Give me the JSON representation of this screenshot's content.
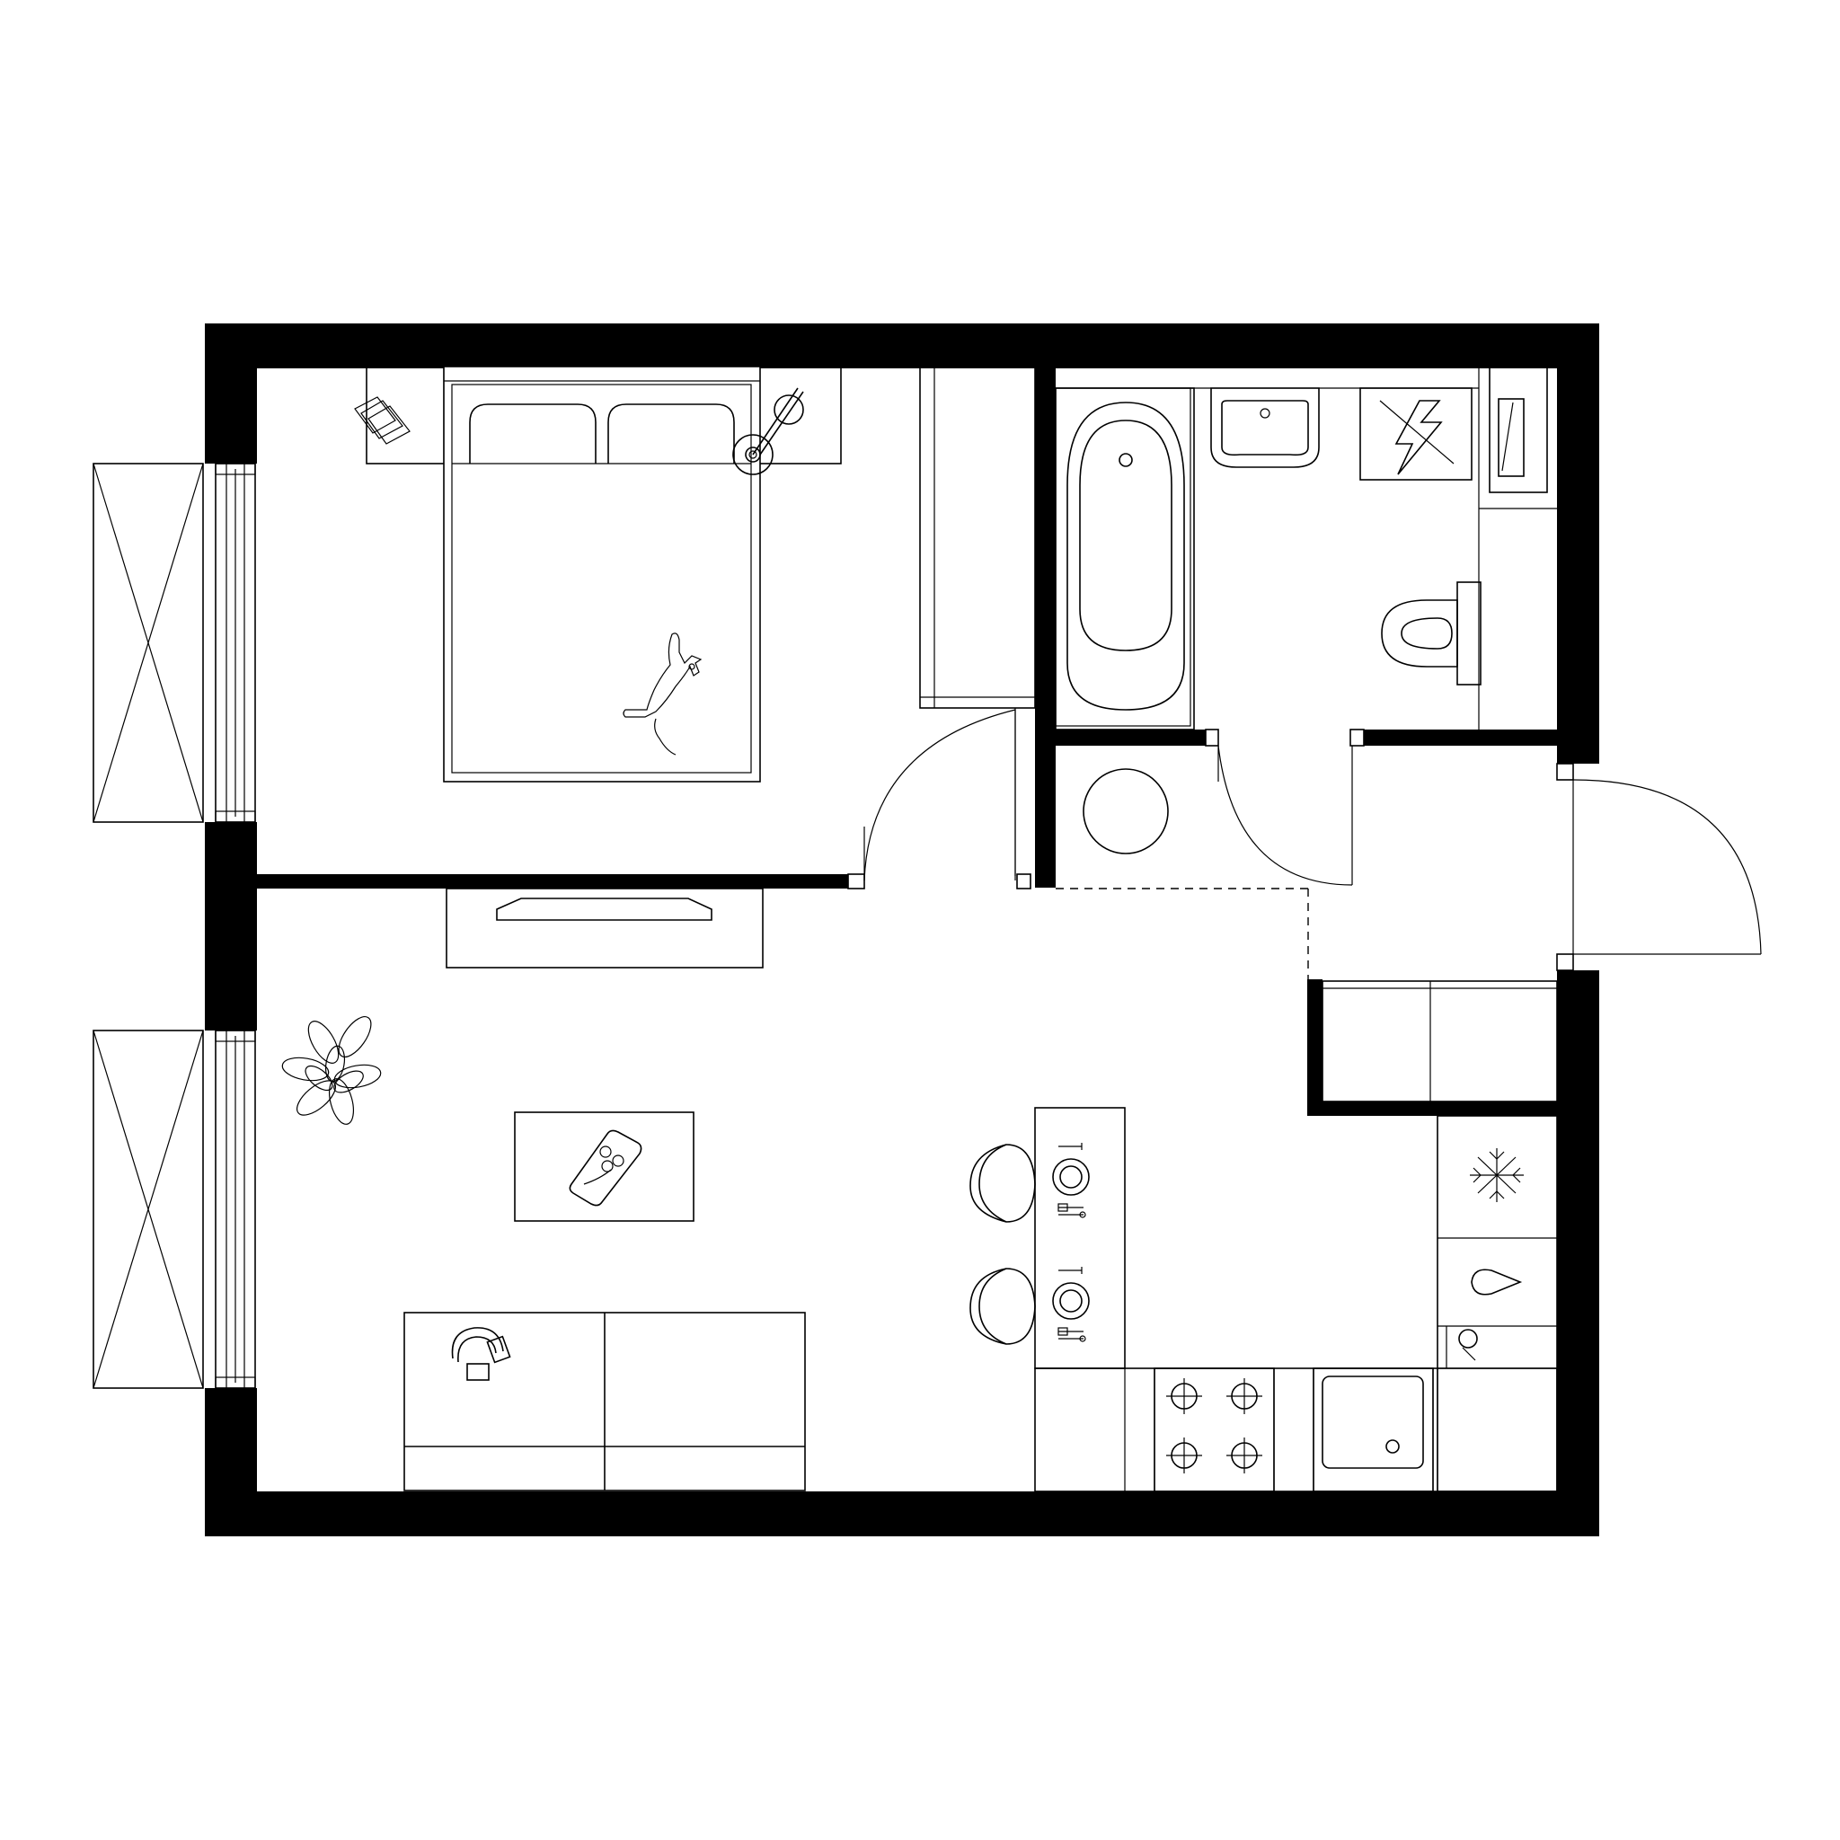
{
  "plan": {
    "colors": {
      "wall": "#000000",
      "line": "#000000",
      "background": "#ffffff"
    },
    "rooms": [
      "bedroom",
      "living-kitchen",
      "bathroom",
      "hallway"
    ],
    "icons": [
      "bed-icon",
      "cat-icon",
      "floor-lamp-icon",
      "books-icon",
      "tv-icon",
      "plant-icon",
      "coffee-table-icon",
      "sofa-icon",
      "headphones-icon",
      "dining-chair-icon",
      "place-setting-icon",
      "stove-icon",
      "sink-icon",
      "fridge-icon",
      "bathtub-icon",
      "washbasin-icon",
      "toilet-icon",
      "washing-machine-icon",
      "boiler-icon",
      "round-table-icon",
      "door-swing-icon",
      "window-icon",
      "balcony-icon"
    ]
  }
}
